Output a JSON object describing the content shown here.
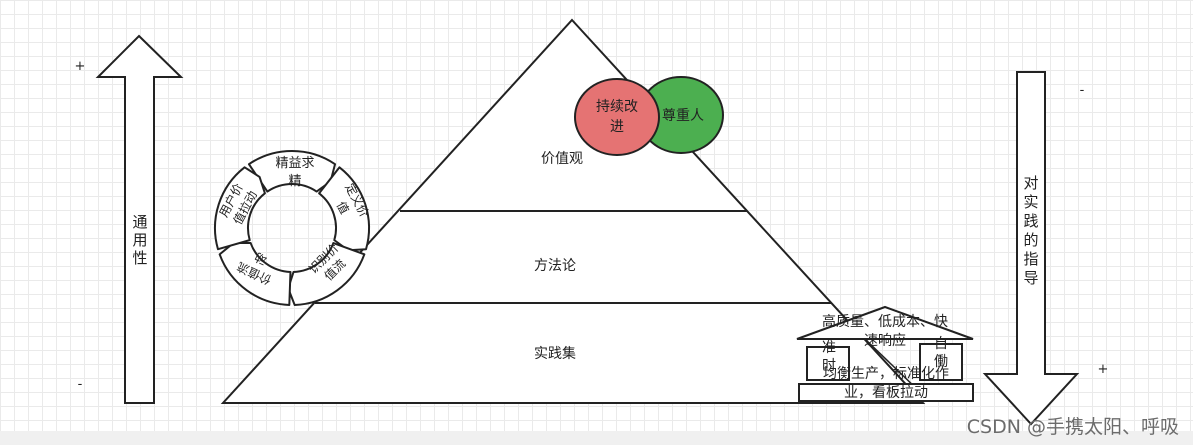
{
  "left_arrow": {
    "label_chars": [
      "通",
      "用",
      "性"
    ],
    "top_sign": "+",
    "bottom_sign": "-"
  },
  "right_arrow": {
    "label_chars": [
      "对",
      "实",
      "践",
      "的",
      "指",
      "导"
    ],
    "top_sign": "-",
    "bottom_sign": "+"
  },
  "pyramid": {
    "levels": [
      {
        "label": "价值观"
      },
      {
        "label": "方法论"
      },
      {
        "label": "实践集"
      }
    ]
  },
  "pillars": [
    {
      "lines": [
        "持续改",
        "进"
      ],
      "color": "#e57373"
    },
    {
      "lines": [
        "尊重人"
      ],
      "color": "#4caf50"
    }
  ],
  "cycle": {
    "center_label_lines": [
      "精益求",
      "精"
    ],
    "segments": [
      {
        "lines": [
          "定义价",
          "值"
        ]
      },
      {
        "lines": [
          "识别价",
          "值流"
        ]
      },
      {
        "lines": [
          "价值流",
          "动"
        ]
      },
      {
        "lines": [
          "用户价",
          "值拉动"
        ]
      }
    ]
  },
  "house": {
    "roof_lines": [
      "高质量、低成本、快",
      "速响应"
    ],
    "left_pillar_lines": [
      "准",
      "时"
    ],
    "right_pillar_lines": [
      "自",
      "働"
    ],
    "base_lines": [
      "均衡生产，标准化作",
      "业，看板拉动"
    ]
  },
  "watermark": "CSDN @手携太阳、呼吸"
}
